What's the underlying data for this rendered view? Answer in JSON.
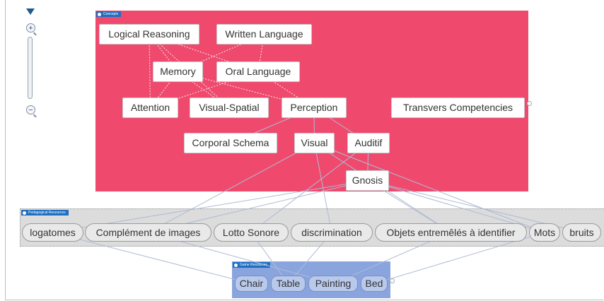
{
  "zoom": {
    "in_symbol": "+",
    "out_symbol": "−"
  },
  "groups": {
    "concepts": {
      "title": "Concepts",
      "color": "#ef4a6e"
    },
    "pedagogical": {
      "title": "Pedagogical Resources",
      "color": "#dcdcdc"
    },
    "game": {
      "title": "Game Resources",
      "color": "#8aa5de"
    }
  },
  "concepts": [
    {
      "id": "logical",
      "label": "Logical Reasoning"
    },
    {
      "id": "written",
      "label": "Written Language"
    },
    {
      "id": "memory",
      "label": "Memory"
    },
    {
      "id": "oral",
      "label": "Oral Language"
    },
    {
      "id": "attention",
      "label": "Attention"
    },
    {
      "id": "visuospatial",
      "label": "Visual-Spatial"
    },
    {
      "id": "perception",
      "label": "Perception"
    },
    {
      "id": "transvers",
      "label": "Transvers Competencies"
    },
    {
      "id": "corporal",
      "label": "Corporal Schema"
    },
    {
      "id": "visual",
      "label": "Visual"
    },
    {
      "id": "auditif",
      "label": "Auditif"
    },
    {
      "id": "gnosis",
      "label": "Gnosis"
    }
  ],
  "resources": [
    {
      "id": "logatomes",
      "label": "logatomes"
    },
    {
      "id": "complement",
      "label": "Complément de images"
    },
    {
      "id": "lotto",
      "label": "Lotto Sonore"
    },
    {
      "id": "discrimination",
      "label": "discrimination"
    },
    {
      "id": "objets",
      "label": "Objets entremêlés à identifier"
    },
    {
      "id": "mots",
      "label": "Mots"
    },
    {
      "id": "bruits",
      "label": "bruits"
    }
  ],
  "games": [
    {
      "id": "chair",
      "label": "Chair"
    },
    {
      "id": "table",
      "label": "Table"
    },
    {
      "id": "painting",
      "label": "Painting"
    },
    {
      "id": "bed",
      "label": "Bed"
    }
  ],
  "edges": [
    {
      "from": "logical",
      "to": "memory",
      "style": "dotted"
    },
    {
      "from": "logical",
      "to": "oral",
      "style": "dotted"
    },
    {
      "from": "logical",
      "to": "attention",
      "style": "dotted"
    },
    {
      "from": "logical",
      "to": "visuospatial",
      "style": "dotted"
    },
    {
      "from": "written",
      "to": "memory",
      "style": "dotted"
    },
    {
      "from": "written",
      "to": "oral",
      "style": "dotted"
    },
    {
      "from": "memory",
      "to": "attention",
      "style": "dotted"
    },
    {
      "from": "memory",
      "to": "visuospatial",
      "style": "dotted"
    },
    {
      "from": "memory",
      "to": "perception",
      "style": "dotted"
    },
    {
      "from": "oral",
      "to": "attention",
      "style": "dotted"
    },
    {
      "from": "oral",
      "to": "perception",
      "style": "dotted"
    },
    {
      "from": "perception",
      "to": "corporal",
      "style": "solid"
    },
    {
      "from": "perception",
      "to": "visual",
      "style": "solid"
    },
    {
      "from": "perception",
      "to": "auditif",
      "style": "solid"
    },
    {
      "from": "visual",
      "to": "complement",
      "style": "solid"
    },
    {
      "from": "visual",
      "to": "discrimination",
      "style": "solid"
    },
    {
      "from": "visual",
      "to": "objets",
      "style": "solid"
    },
    {
      "from": "visual",
      "to": "mots",
      "style": "solid"
    },
    {
      "from": "auditif",
      "to": "lotto",
      "style": "solid"
    },
    {
      "from": "auditif",
      "to": "gnosis",
      "style": "solid"
    },
    {
      "from": "gnosis",
      "to": "logatomes",
      "style": "solid"
    },
    {
      "from": "gnosis",
      "to": "complement",
      "style": "solid"
    },
    {
      "from": "gnosis",
      "to": "objets",
      "style": "solid"
    },
    {
      "from": "gnosis",
      "to": "mots",
      "style": "solid"
    },
    {
      "from": "gnosis",
      "to": "bruits",
      "style": "solid"
    },
    {
      "from": "complement",
      "to": "painting",
      "style": "solid"
    },
    {
      "from": "lotto",
      "to": "table",
      "style": "solid"
    },
    {
      "from": "discrimination",
      "to": "table",
      "style": "solid"
    },
    {
      "from": "objets",
      "to": "painting",
      "style": "solid"
    },
    {
      "from": "mots",
      "to": "bed",
      "style": "solid"
    },
    {
      "from": "logatomes",
      "to": "chair",
      "style": "solid"
    }
  ]
}
